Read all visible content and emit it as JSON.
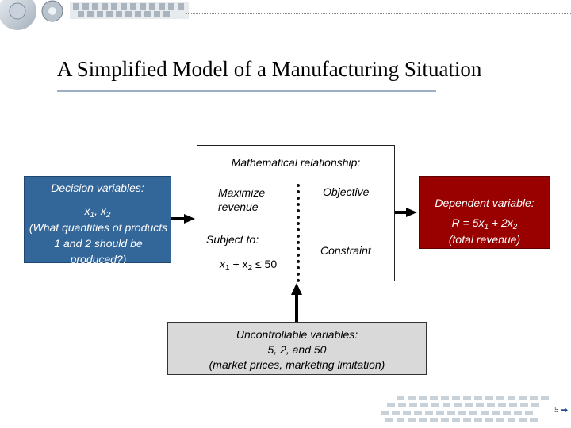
{
  "title": "A Simplified Model of a Manufacturing Situation",
  "decision_box": {
    "heading": "Decision variables:",
    "variables_x": "x",
    "variables_sub1": "1",
    "variables_sep": ", x",
    "variables_sub2": "2",
    "description": "(What quantities of products 1 and 2 should be produced?)"
  },
  "math_box": {
    "heading": "Mathematical relationship:",
    "maximize": "Maximize revenue",
    "objective": "Objective",
    "subject_to": "Subject to:",
    "constraint": "Constraint",
    "constraint_x1": "x",
    "constraint_sub1": "1",
    "constraint_plus": " + x",
    "constraint_sub2": "2",
    "constraint_rhs": " ≤ 50"
  },
  "dependent_box": {
    "heading": "Dependent variable:",
    "formula_lhs": "R = 5x",
    "formula_sub1": "1",
    "formula_mid": " + 2x",
    "formula_sub2": "2",
    "description": "(total revenue)"
  },
  "uncontrollable_box": {
    "line1": "Uncontrollable variables:",
    "line2": "5, 2, and 50",
    "line3": "(market prices, marketing limitation)"
  },
  "page_number": "5",
  "next_icon": "➡",
  "colors": {
    "decision_fill": "#336699",
    "dependent_fill": "#990000",
    "uncontrollable_fill": "#d9d9d9",
    "title_underline": "#9eaec4"
  }
}
